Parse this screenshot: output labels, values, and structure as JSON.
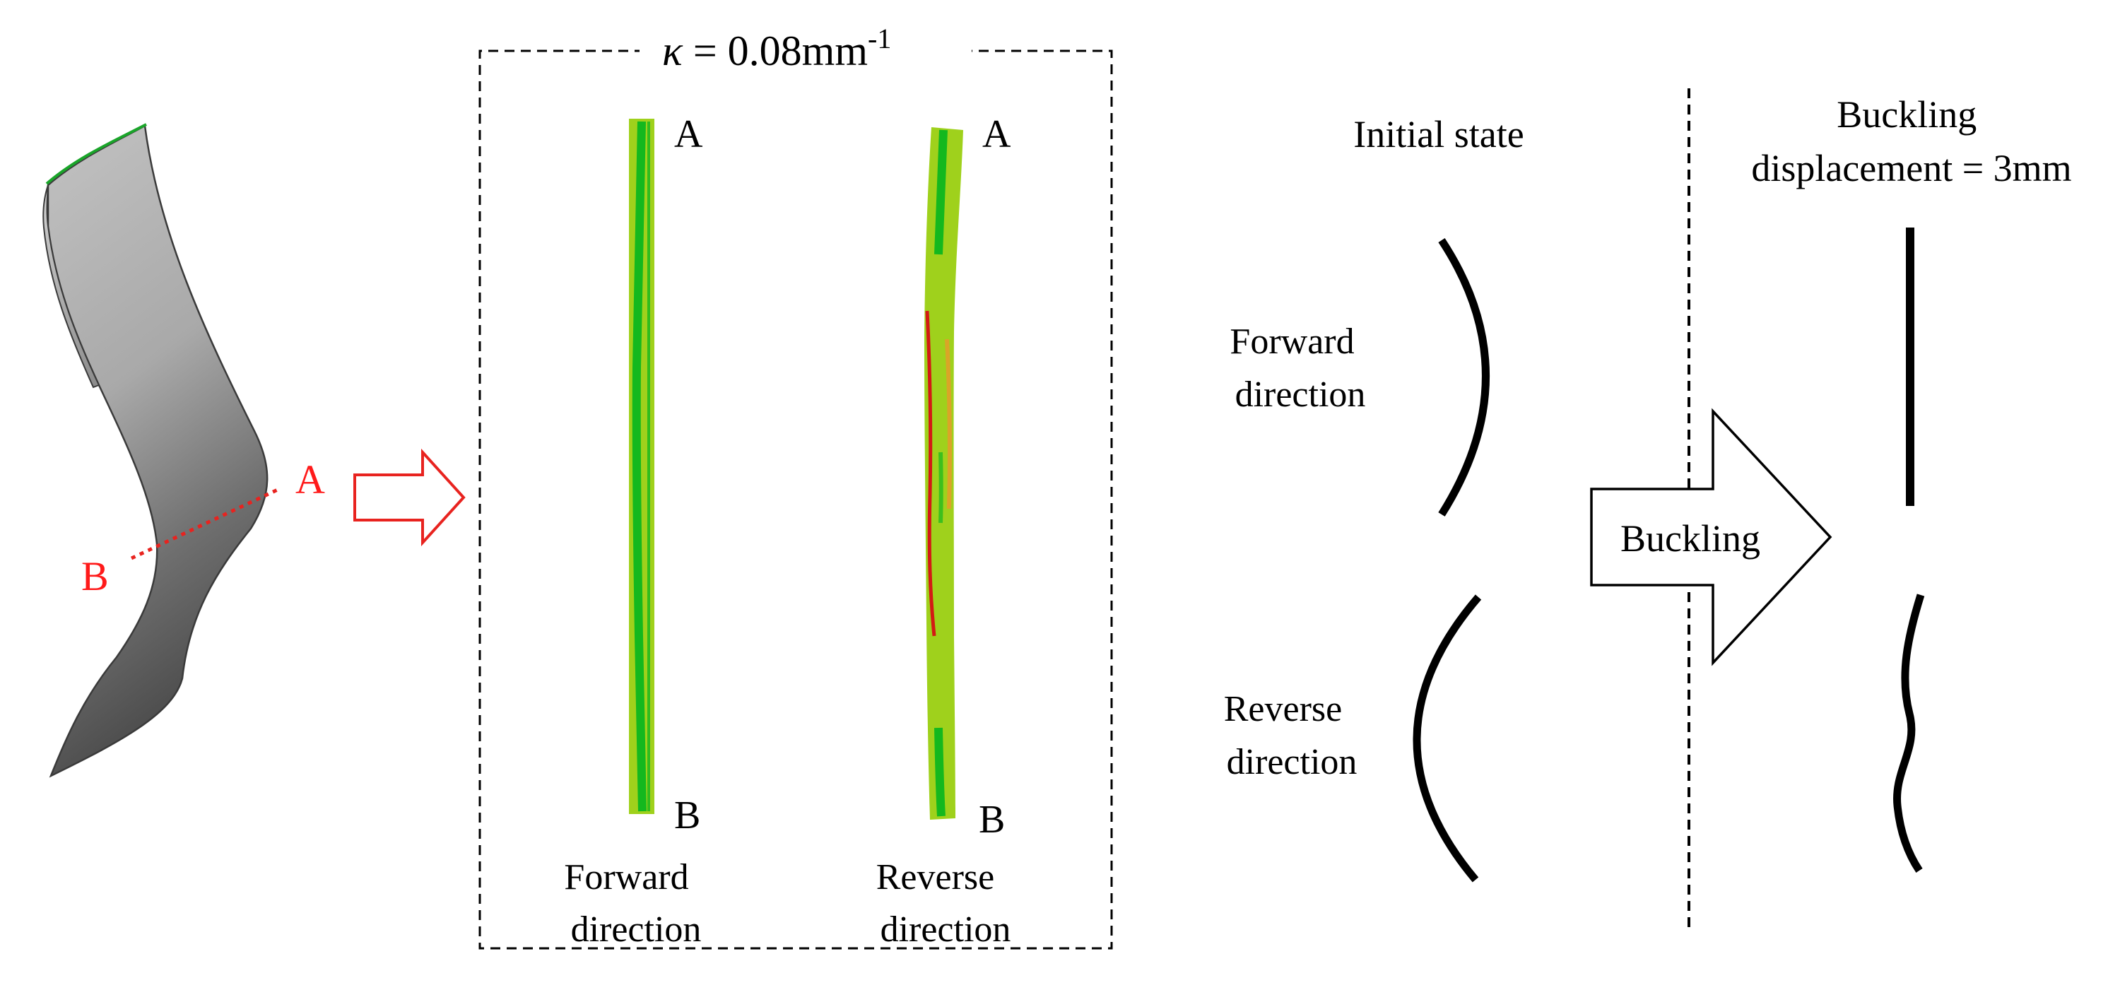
{
  "colors": {
    "red_label": "#ff1a1a",
    "arrow_red": "#e8231f",
    "strip_green": "#9fd11c",
    "strip_dark_green": "#14b81e",
    "strip_red": "#d31a14",
    "edge_green": "#1aa52a",
    "ink": "#000000"
  },
  "specimen": {
    "label_a": "A",
    "label_b": "B"
  },
  "section_panel": {
    "kappa_symbol": "κ",
    "kappa_eq": " = 0.08mm",
    "kappa_exp": "-1",
    "forward": {
      "label_a": "A",
      "label_b": "B",
      "caption_1": "Forward",
      "caption_2": "direction"
    },
    "reverse": {
      "label_a": "A",
      "label_b": "B",
      "caption_1": "Reverse",
      "caption_2": "direction"
    }
  },
  "buckling_panel": {
    "initial_title": "Initial state",
    "buckled_title_1": "Buckling",
    "buckled_title_2": "displacement = 3mm",
    "forward_1": "Forward",
    "forward_2": "direction",
    "reverse_1": "Reverse",
    "reverse_2": "direction",
    "arrow_label": "Buckling"
  }
}
